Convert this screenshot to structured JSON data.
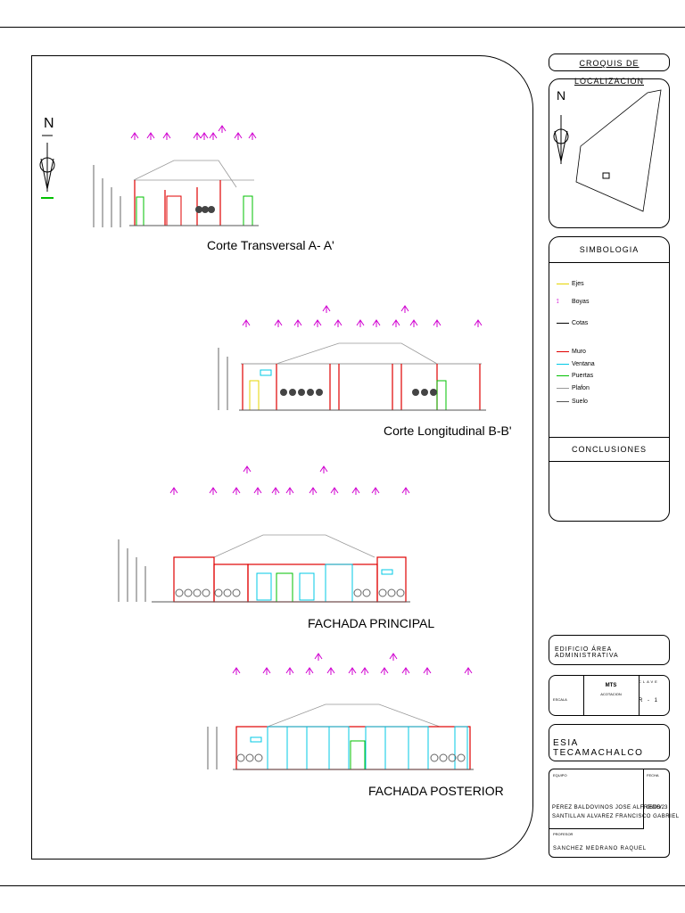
{
  "sections": {
    "corte_a": "Corte Transversal A- A'",
    "corte_b": "Corte Longitudinal  B-B'",
    "fachada_principal": "FACHADA PRINCIPAL",
    "fachada_posterior": "FACHADA POSTERIOR"
  },
  "north_main": "N",
  "croquis": {
    "title": "CROQUIS DE LOCALIZACION",
    "north": "N"
  },
  "simbologia": {
    "title": "SIMBOLOGIA",
    "items": [
      {
        "label": "Ejes",
        "color": "#e6d400"
      },
      {
        "label": "Boyas",
        "color": "#d000d0"
      },
      {
        "label": "Cotas",
        "color": "#000000"
      },
      {
        "label": "Muro",
        "color": "#e00000"
      },
      {
        "label": "Ventana",
        "color": "#00c8e6"
      },
      {
        "label": "Puertas",
        "color": "#00c000"
      },
      {
        "label": "Plafon",
        "color": "#999999"
      },
      {
        "label": "Suelo",
        "color": "#555555"
      }
    ]
  },
  "conclusiones": {
    "title": "CONCLUSIONES"
  },
  "title_block": {
    "edificio": "EDIFICIO ÁREA ADMINISTRATIVA",
    "escala_label": "ESCALA",
    "mts": "MTS",
    "acotacion": "ACOTACION",
    "clave_label": "CLAVE",
    "clave": "R - 1",
    "escuela": "ESIA TECAMACHALCO",
    "equipo_label": "EQUIPO",
    "fecha_label": "FECHA",
    "equipo_1": "PEREZ BALDOVINOS JOSE ALFREDO",
    "equipo_2": "SANTILLAN ALVAREZ FRANCISCO GABRIEL",
    "fecha": "06/05/23",
    "profesor_label": "PROFESOR",
    "profesor": "SANCHEZ MEDRANO RAQUEL"
  }
}
